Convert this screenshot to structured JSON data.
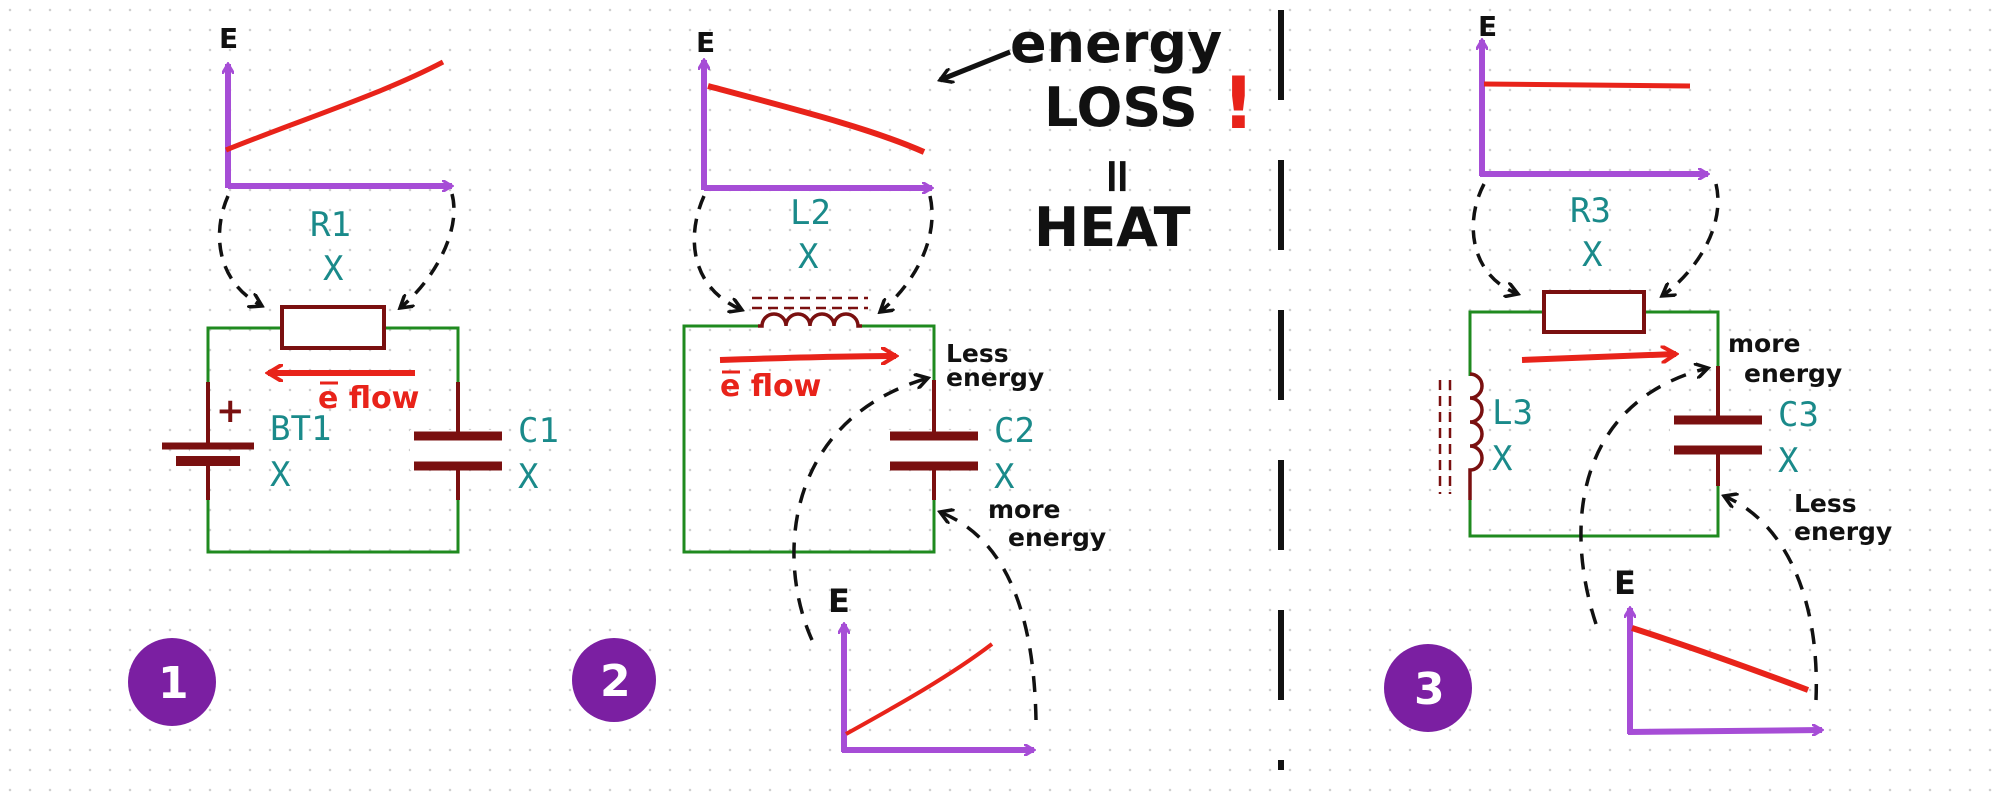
{
  "axis_label": "E",
  "panels": [
    {
      "number": "1",
      "resistor": {
        "ref": "R1",
        "value": "X"
      },
      "battery": {
        "ref": "BT1",
        "value": "X",
        "polarity": "+"
      },
      "capacitor": {
        "ref": "C1",
        "value": "X"
      },
      "flow_label": "e flow",
      "graph_trend": "rising"
    },
    {
      "number": "2",
      "inductor": {
        "ref": "L2",
        "value": "X"
      },
      "capacitor": {
        "ref": "C2",
        "value": "X"
      },
      "flow_label": "e flow",
      "note_less": [
        "Less",
        "energy"
      ],
      "note_more": [
        "more",
        "energy"
      ],
      "graph_top_trend": "falling",
      "graph_bottom_trend": "rising"
    },
    {
      "number": "3",
      "resistor": {
        "ref": "R3",
        "value": "X"
      },
      "inductor": {
        "ref": "L3",
        "value": "X"
      },
      "capacitor": {
        "ref": "C3",
        "value": "X"
      },
      "note_more": [
        "more",
        "energy"
      ],
      "note_less": [
        "Less",
        "energy"
      ],
      "graph_top_trend": "flat",
      "graph_bottom_trend": "falling"
    }
  ],
  "annotation": {
    "line1": "energy",
    "line2": "LOSS",
    "equals": "=",
    "line3": "HEAT",
    "exclaim": "!"
  },
  "colors": {
    "axis": "#a64dd6",
    "plot_line": "#e8231a",
    "wire": "#1f8a1f",
    "component": "#7a1010",
    "ref_text": "#1a8a8a",
    "badge": "#7b1fa2"
  }
}
